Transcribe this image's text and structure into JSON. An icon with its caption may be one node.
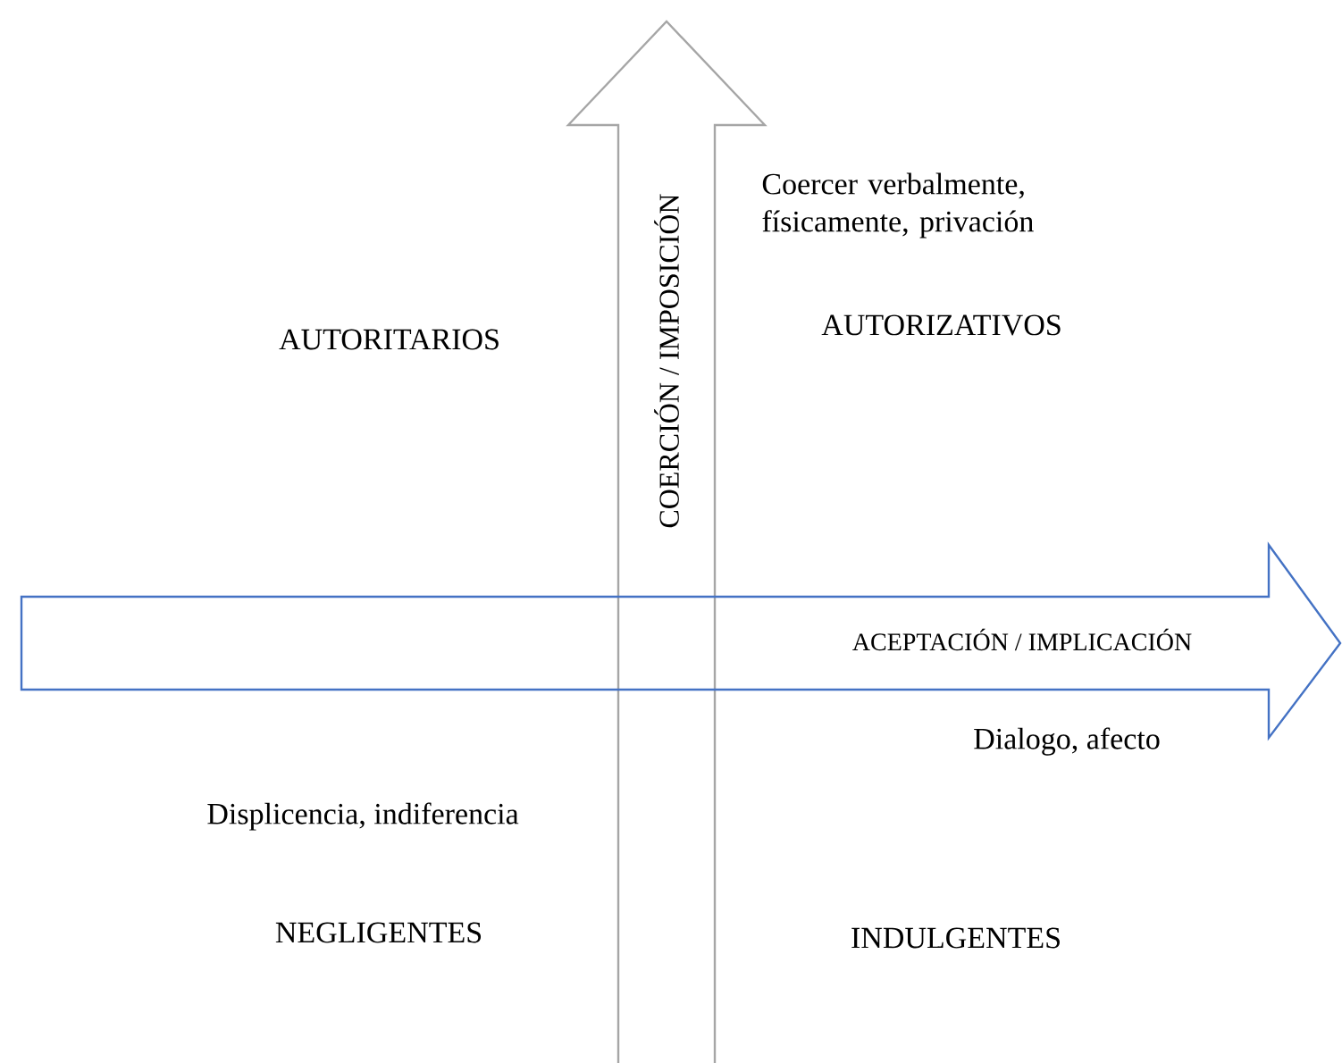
{
  "diagram": {
    "nodes": [
      {
        "text": [
          "COERCIÓN / IMPOSICIÓN"
        ]
      },
      {
        "text": [
          "ACEPTACIÓN / IMPLICACIÓN"
        ]
      }
    ],
    "edges": [],
    "labels": [
      "Coercer verbalmente, físicamente, privación",
      "AUTORITARIOS",
      "AUTORIZATIVOS",
      "Dialogo, afecto",
      "Displicencia, indiferencia",
      "NEGLIGENTES",
      "INDULGENTES"
    ]
  }
}
